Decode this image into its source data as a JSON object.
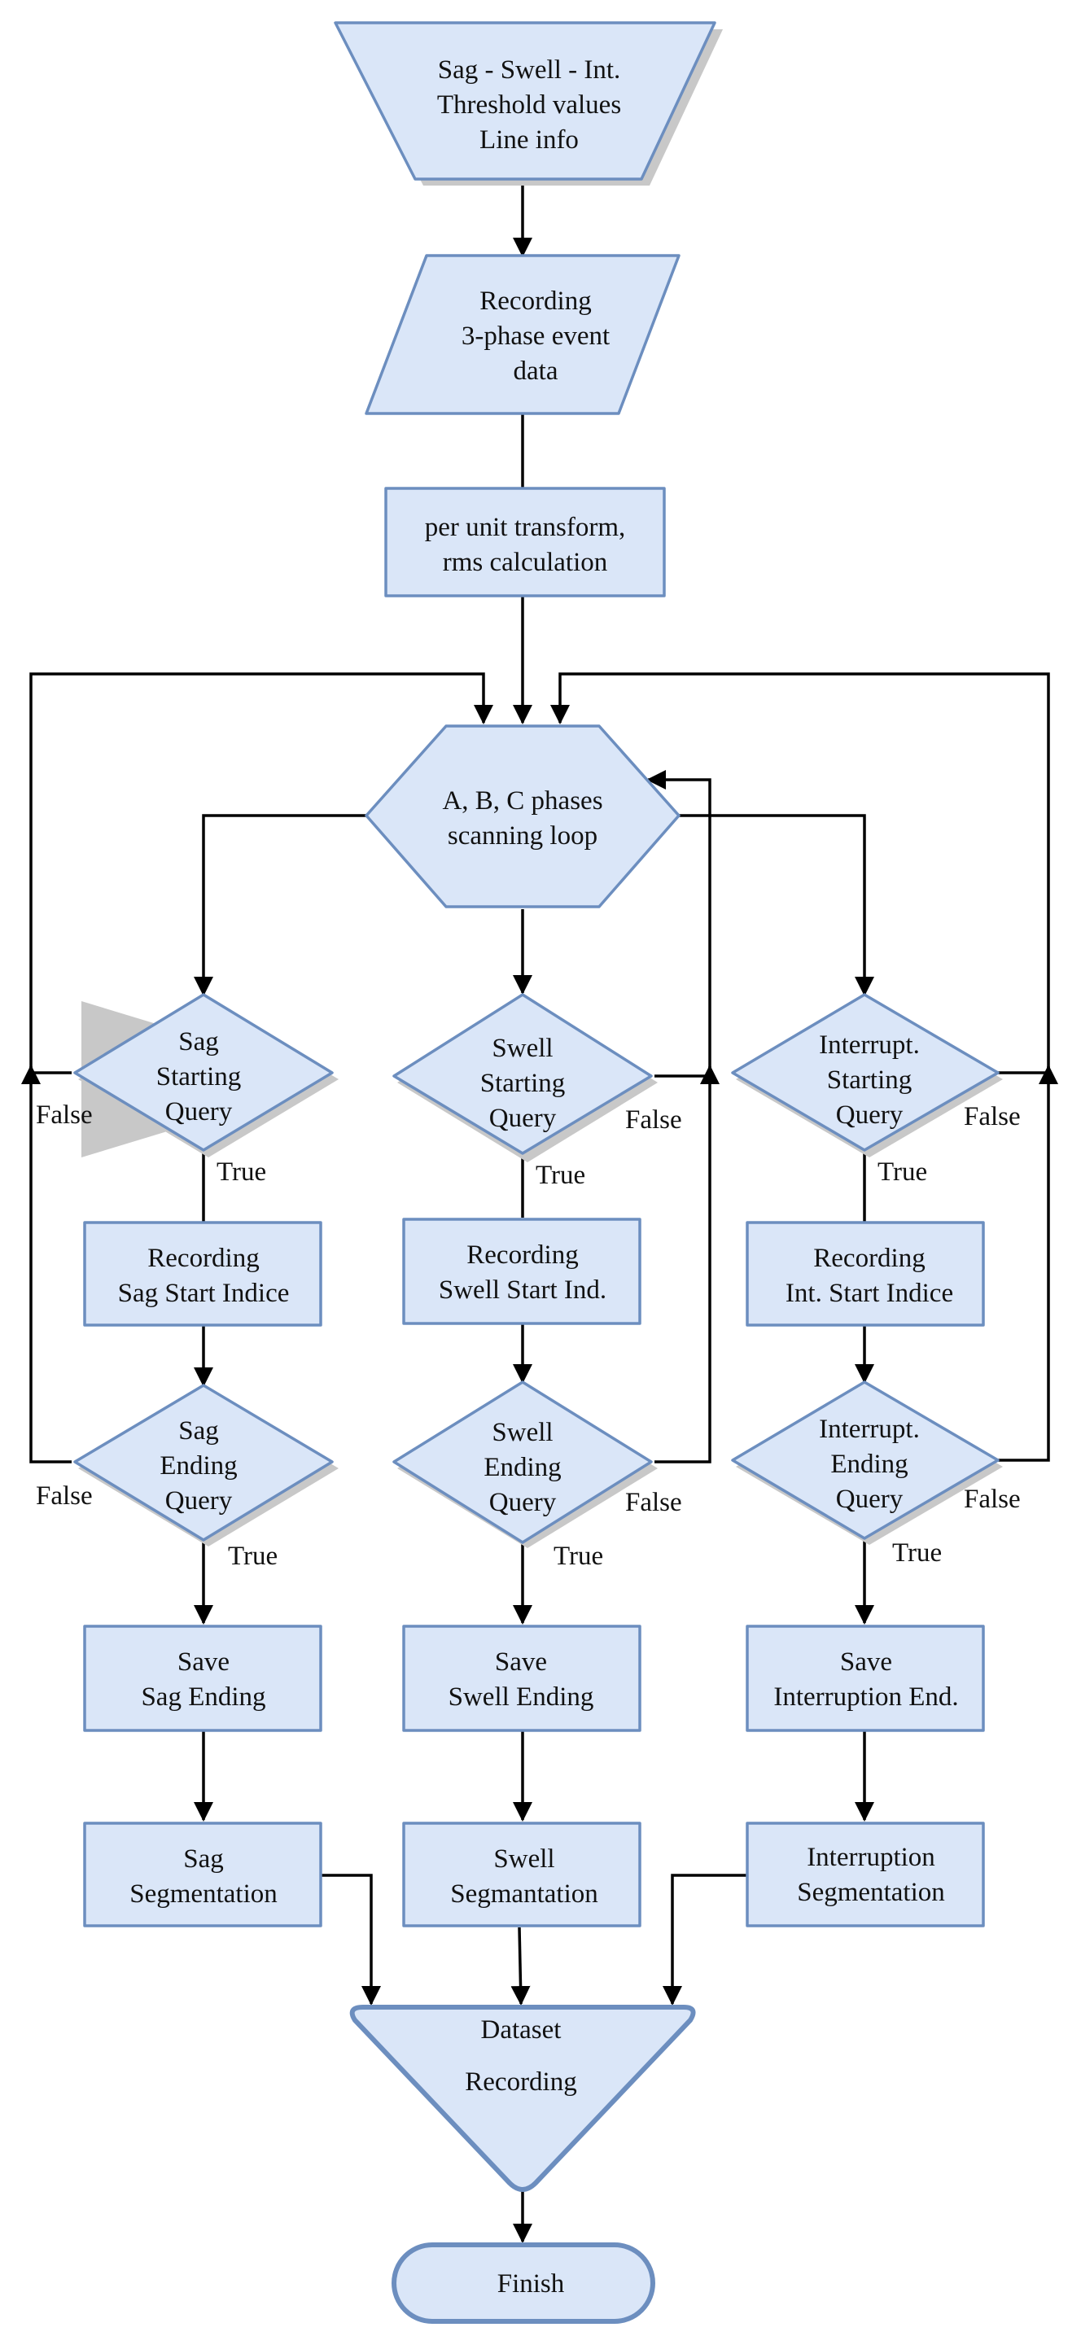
{
  "nodes": {
    "input": {
      "lines": [
        "Sag - Swell - Int.",
        "Threshold values",
        "Line info"
      ]
    },
    "record": {
      "lines": [
        "Recording",
        "3-phase event",
        "data"
      ]
    },
    "transform": {
      "lines": [
        "per unit transform,",
        "rms calculation"
      ]
    },
    "loop": {
      "lines": [
        "A, B, C phases",
        "scanning loop"
      ]
    },
    "sag_start": {
      "lines": [
        "Sag",
        "Starting",
        "Query"
      ]
    },
    "swell_start": {
      "lines": [
        "Swell",
        "Starting",
        "Query"
      ]
    },
    "int_start": {
      "lines": [
        "Interrupt.",
        "Starting",
        "Query"
      ]
    },
    "sag_rec": {
      "lines": [
        "Recording",
        "Sag Start Indice"
      ]
    },
    "swell_rec": {
      "lines": [
        "Recording",
        "Swell Start Ind."
      ]
    },
    "int_rec": {
      "lines": [
        "Recording",
        "Int. Start Indice"
      ]
    },
    "sag_end": {
      "lines": [
        "Sag",
        "Ending",
        "Query"
      ]
    },
    "swell_end": {
      "lines": [
        "Swell",
        "Ending",
        "Query"
      ]
    },
    "int_end": {
      "lines": [
        "Interrupt.",
        "Ending",
        "Query"
      ]
    },
    "sag_save": {
      "lines": [
        "Save",
        "Sag Ending"
      ]
    },
    "swell_save": {
      "lines": [
        "Save",
        "Swell Ending"
      ]
    },
    "int_save": {
      "lines": [
        "Save",
        "Interruption End."
      ]
    },
    "sag_seg": {
      "lines": [
        "Sag",
        "Segmentation"
      ]
    },
    "swell_seg": {
      "lines": [
        "Swell",
        "Segmantation"
      ]
    },
    "int_seg": {
      "lines": [
        "Interruption",
        "Segmentation"
      ]
    },
    "dataset": {
      "lines": [
        "Dataset",
        "Recording"
      ]
    },
    "finish": {
      "lines": [
        "Finish"
      ]
    }
  },
  "branch_labels": {
    "true": "True",
    "false": "False"
  },
  "colors": {
    "fill": "#dae6f8",
    "stroke": "#6c8ebf",
    "shadow": "#c8c8c8",
    "line": "#000000",
    "text": "#111111"
  }
}
